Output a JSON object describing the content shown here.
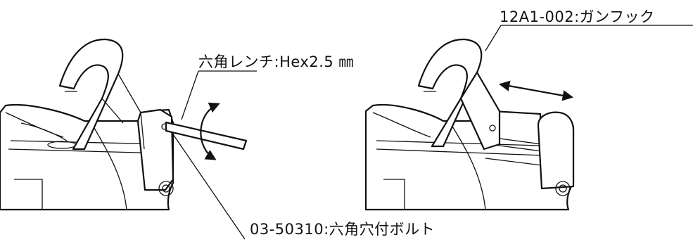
{
  "labels": {
    "wrench": "六角レンチ:Hex2.5 ㎜",
    "hook": "12A1-002:ガンフック",
    "bolt": "03-50310:六角穴付ボルト"
  }
}
